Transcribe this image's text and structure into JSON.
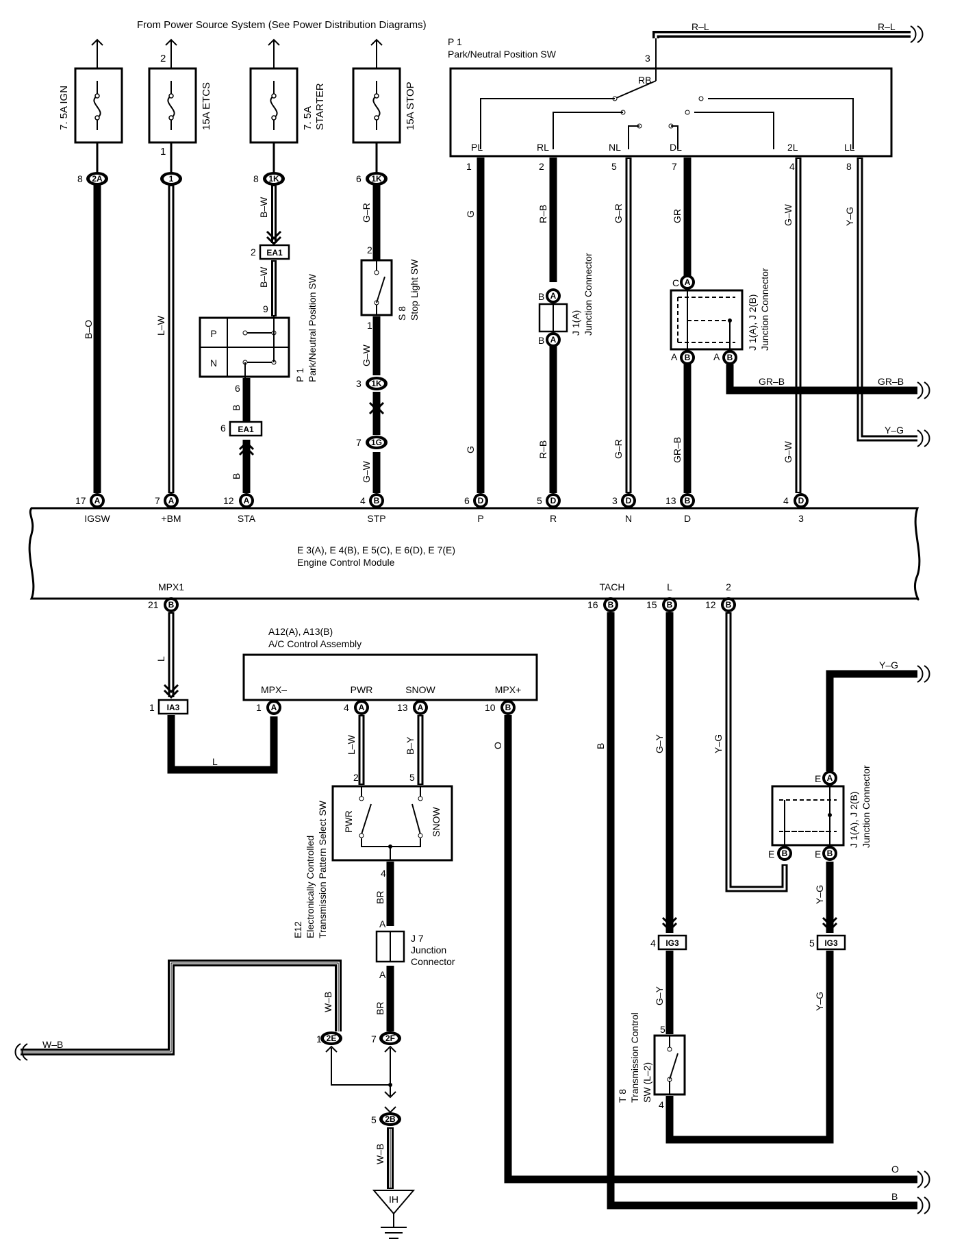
{
  "header": "From Power Source System (See Power Distribution Diagrams)",
  "fuses": [
    {
      "label": "7. 5A IGN"
    },
    {
      "label": "15A ETCS"
    },
    {
      "label_line1": "7. 5A",
      "label_line2": "STARTER"
    },
    {
      "label": "15A STOP"
    }
  ],
  "ecm": {
    "line1": "E 3(A), E 4(B), E 5(C), E 6(D), E 7(E)",
    "line2": "Engine Control Module",
    "top_terminals": [
      {
        "pin": "17",
        "conn": "A",
        "name": "IGSW"
      },
      {
        "pin": "7",
        "conn": "A",
        "name": "+BM"
      },
      {
        "pin": "12",
        "conn": "A",
        "name": "STA"
      },
      {
        "pin": "4",
        "conn": "B",
        "name": "STP"
      },
      {
        "pin": "6",
        "conn": "D",
        "name": "P"
      },
      {
        "pin": "5",
        "conn": "D",
        "name": "R"
      },
      {
        "pin": "3",
        "conn": "D",
        "name": "N"
      },
      {
        "pin": "13",
        "conn": "B",
        "name": "D"
      },
      {
        "pin": "4",
        "conn": "D",
        "name": "3"
      }
    ],
    "bottom_terminals": [
      {
        "pin": "21",
        "conn": "B",
        "name": "MPX1"
      },
      {
        "pin": "16",
        "conn": "B",
        "name": "TACH"
      },
      {
        "pin": "15",
        "conn": "B",
        "name": "L"
      },
      {
        "pin": "12",
        "conn": "B",
        "name": "2"
      }
    ]
  },
  "p1_main": {
    "line1": "P 1",
    "line2": "Park/Neutral Position SW",
    "terminals": [
      {
        "name": "PL",
        "pin": "1"
      },
      {
        "name": "RL",
        "pin": "2"
      },
      {
        "name": "NL",
        "pin": "5"
      },
      {
        "name": "DL",
        "pin": "7"
      },
      {
        "name": "2L",
        "pin": "4"
      },
      {
        "name": "LL",
        "pin": "8"
      }
    ],
    "rb_label": "RB",
    "rb_pin": "3"
  },
  "p1_small": {
    "line1": "P 1",
    "line2": "Park/Neutral Position SW",
    "p": "P",
    "n": "N",
    "pin_in": "9",
    "pin_out": "6"
  },
  "stop_sw": {
    "line1": "S 8",
    "line2": "Stop Light SW",
    "pin_top": "2",
    "pin_bot": "1"
  },
  "junction_j1a": {
    "line1": "J 1(A)",
    "line2": "Junction Connector",
    "b_top": "B",
    "a_top": "A",
    "b_bot": "B",
    "a_bot": "A"
  },
  "junction_j1j2_top": {
    "line1": "J 1(A), J 2(B)",
    "line2": "Junction Connector",
    "c": "C",
    "a": "A",
    "b": "B"
  },
  "junction_j1j2_bot": {
    "line1": "J 1(A), J 2(B)",
    "line2": "Junction Connector",
    "e": "E",
    "a": "A",
    "b": "B"
  },
  "junction_j7": {
    "line1": "J 7",
    "line2": "Junction",
    "line3": "Connector",
    "a": "A"
  },
  "ac": {
    "line1": "A12(A), A13(B)",
    "line2": "A/C Control Assembly",
    "terminals": [
      {
        "name": "MPX–",
        "pin": "1",
        "conn": "A"
      },
      {
        "name": "PWR",
        "pin": "4",
        "conn": "A"
      },
      {
        "name": "SNOW",
        "pin": "13",
        "conn": "A"
      },
      {
        "name": "MPX+",
        "pin": "10",
        "conn": "B"
      }
    ]
  },
  "e12": {
    "line1": "E12",
    "line2": "Electronically Controlled",
    "line3": "Transmission Pattern Select SW",
    "pwr": "PWR",
    "snow": "SNOW",
    "pin_pwr": "2",
    "pin_snow": "5",
    "pin_out": "4"
  },
  "t8": {
    "line1": "T 8",
    "line2": "Transmission Control",
    "line3": "SW (L–2)",
    "pin_top": "5",
    "pin_bot": "4"
  },
  "connectors": {
    "c2A": {
      "id": "2A",
      "pin": "8"
    },
    "c1": {
      "id": "1",
      "pin_top": "2",
      "pin_bot": "1"
    },
    "c1K_a": {
      "id": "1K",
      "pin": "8"
    },
    "c1K_b": {
      "id": "1K",
      "pin": "6"
    },
    "c1K_c": {
      "id": "1K",
      "pin": "3"
    },
    "c1G": {
      "id": "1G",
      "pin": "7"
    },
    "cEA1_a": {
      "id": "EA1",
      "pin": "2"
    },
    "cEA1_b": {
      "id": "EA1",
      "pin": "6"
    },
    "cIA3": {
      "id": "IA3",
      "pin": "1"
    },
    "cIG3_a": {
      "id": "IG3",
      "pin": "4"
    },
    "cIG3_b": {
      "id": "IG3",
      "pin": "5"
    },
    "c2E": {
      "id": "2E",
      "pin": "1"
    },
    "c2F": {
      "id": "2F",
      "pin": "7"
    },
    "c2B": {
      "id": "2B",
      "pin": "5"
    },
    "ground": "IH"
  },
  "wires": {
    "B_O": "B–O",
    "L_W": "L–W",
    "B_W": "B–W",
    "B": "B",
    "G_R": "G–R",
    "G_W": "G–W",
    "G": "G",
    "R_B": "R–B",
    "GR": "GR",
    "GR_B": "GR–B",
    "Y_G": "Y–G",
    "R_L": "R–L",
    "L": "L",
    "BR": "BR",
    "W_B": "W–B",
    "O": "O",
    "G_Y": "G–Y",
    "B_Y": "B–Y"
  },
  "colors": {
    "wire": "#000000",
    "background": "#ffffff"
  }
}
